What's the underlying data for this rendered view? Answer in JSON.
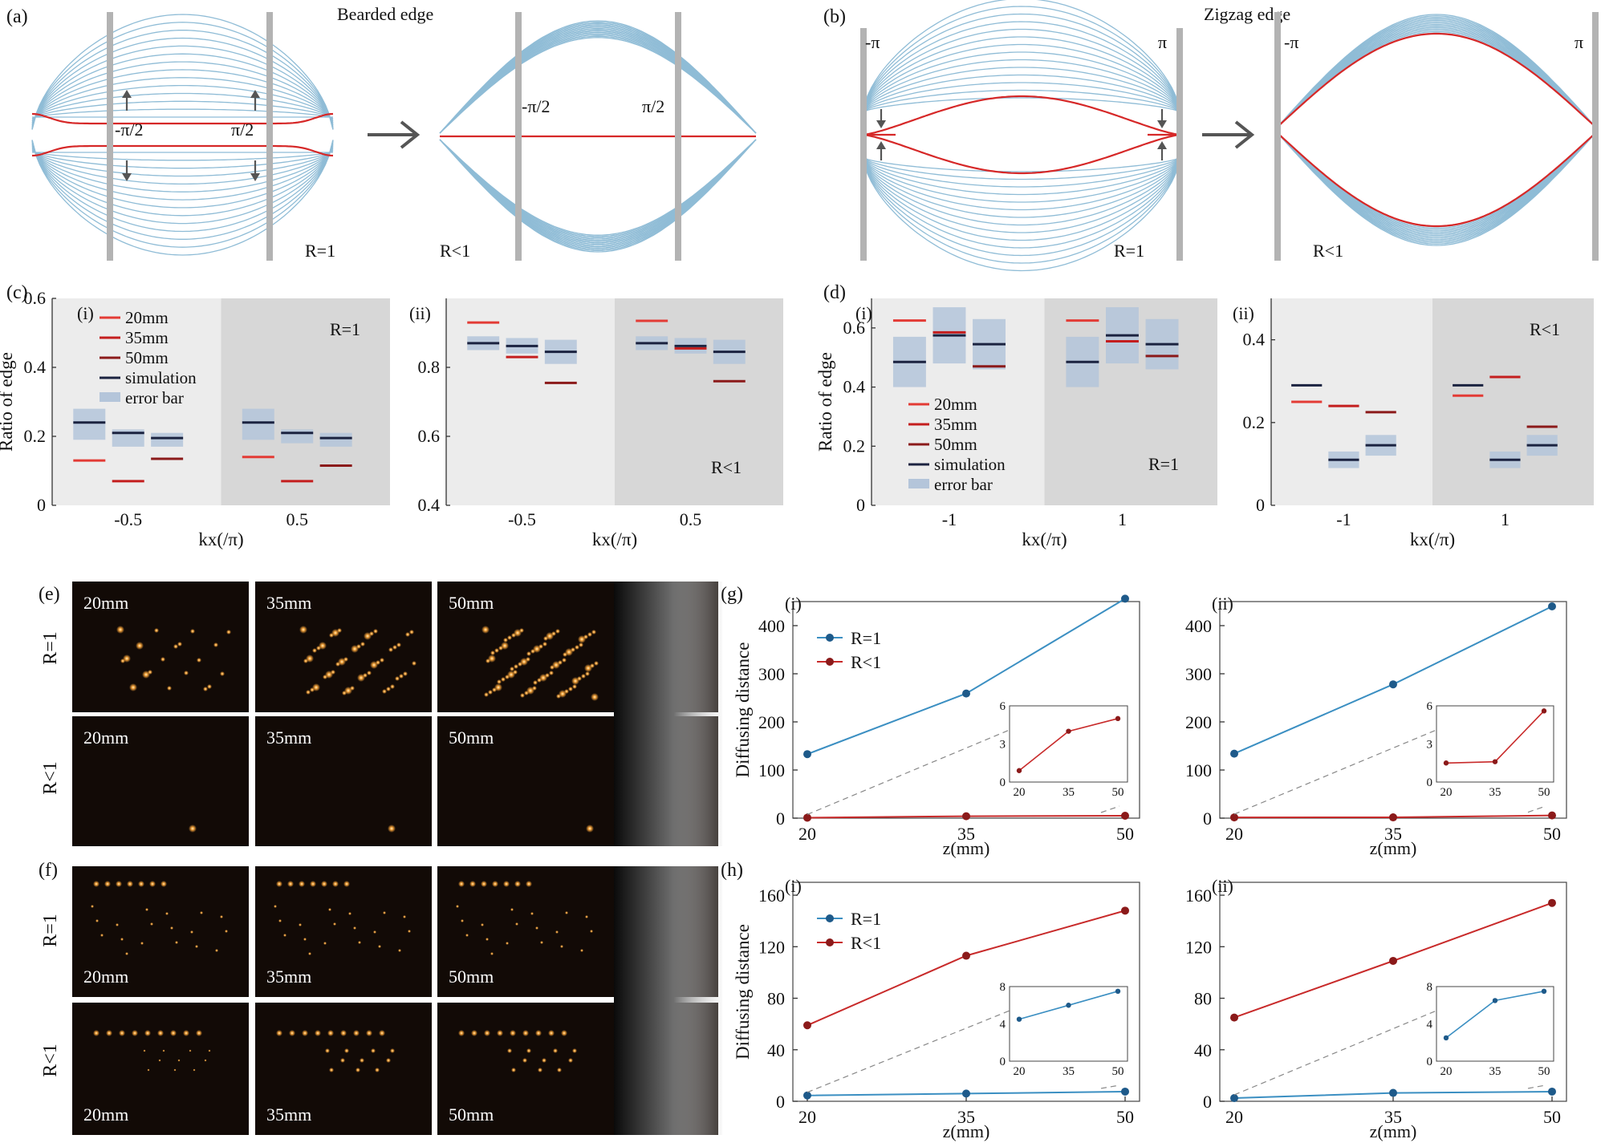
{
  "panel_letters": {
    "a": "(a)",
    "b": "(b)",
    "c": "(c)",
    "d": "(d)",
    "e": "(e)",
    "f": "(f)",
    "g": "(g)",
    "h": "(h)"
  },
  "sub_labels": {
    "i": "(i)",
    "ii": "(ii)"
  },
  "band_panels": {
    "a_title": "Bearded edge",
    "b_title": "Zigzag edge",
    "a_left": {
      "k1": "-π/2",
      "k2": "π/2",
      "r": "R=1"
    },
    "a_right": {
      "k1": "-π/2",
      "k2": "π/2",
      "r": "R<1"
    },
    "b_left": {
      "k1": "-π",
      "k2": "π",
      "r": "R=1"
    },
    "b_right": {
      "k1": "-π",
      "k2": "π",
      "r": "R<1"
    },
    "colors": {
      "bulk": "#8fbcd6",
      "edge": "#d62828",
      "boundary": "#b3b3b3",
      "arrow": "#555555"
    }
  },
  "legend": {
    "l20": "20mm",
    "l35": "35mm",
    "l50": "50mm",
    "sim": "simulation",
    "err": "error bar"
  },
  "series_colors": {
    "20mm": "#e33b35",
    "35mm": "#c41e1e",
    "50mm": "#8b1a1a",
    "simulation": "#1b2340",
    "error_bar": "#b4c5da"
  },
  "chart_data": [
    {
      "id": "c-i",
      "type": "bar",
      "title": "",
      "ylabel": "Ratio of edge",
      "xlabel": "kx(/π)",
      "categories": [
        "-0.5",
        "0.5"
      ],
      "ylim": [
        0,
        0.6
      ],
      "annotation": "R=1",
      "series": [
        {
          "name": "20mm",
          "values": [
            0.13,
            0.14
          ]
        },
        {
          "name": "35mm",
          "values": [
            0.07,
            0.07
          ]
        },
        {
          "name": "50mm",
          "values": [
            0.135,
            0.115
          ]
        },
        {
          "name": "simulation",
          "values": [
            [
              0.24,
              0.21,
              0.195
            ],
            [
              0.24,
              0.21,
              0.195
            ]
          ]
        },
        {
          "name": "error bar",
          "values": [
            [
              [
                0.19,
                0.28
              ],
              [
                0.17,
                0.22
              ],
              [
                0.17,
                0.21
              ]
            ],
            [
              [
                0.19,
                0.28
              ],
              [
                0.18,
                0.22
              ],
              [
                0.17,
                0.21
              ]
            ]
          ]
        }
      ]
    },
    {
      "id": "c-ii",
      "type": "bar",
      "title": "",
      "ylabel": "",
      "xlabel": "kx(/π)",
      "categories": [
        "-0.5",
        "0.5"
      ],
      "ylim": [
        0.4,
        1.0
      ],
      "annotation": "R<1",
      "series": [
        {
          "name": "20mm",
          "values": [
            0.93,
            0.935
          ]
        },
        {
          "name": "35mm",
          "values": [
            0.83,
            0.855
          ]
        },
        {
          "name": "50mm",
          "values": [
            0.755,
            0.76
          ]
        },
        {
          "name": "simulation",
          "values": [
            [
              0.87,
              0.862,
              0.845
            ],
            [
              0.87,
              0.862,
              0.845
            ]
          ]
        },
        {
          "name": "error bar",
          "values": [
            [
              [
                0.85,
                0.89
              ],
              [
                0.84,
                0.885
              ],
              [
                0.81,
                0.88
              ]
            ],
            [
              [
                0.85,
                0.89
              ],
              [
                0.84,
                0.885
              ],
              [
                0.81,
                0.88
              ]
            ]
          ]
        }
      ]
    },
    {
      "id": "d-i",
      "type": "bar",
      "title": "",
      "ylabel": "Ratio of edge",
      "xlabel": "kx(/π)",
      "categories": [
        "-1",
        "1"
      ],
      "ylim": [
        0,
        0.7
      ],
      "annotation": "R=1",
      "series": [
        {
          "name": "20mm",
          "values": [
            0.625,
            0.625
          ]
        },
        {
          "name": "35mm",
          "values": [
            0.585,
            0.555
          ]
        },
        {
          "name": "50mm",
          "values": [
            0.47,
            0.505
          ]
        },
        {
          "name": "simulation",
          "values": [
            [
              0.485,
              0.575,
              0.545
            ],
            [
              0.485,
              0.575,
              0.545
            ]
          ]
        },
        {
          "name": "error bar",
          "values": [
            [
              [
                0.4,
                0.57
              ],
              [
                0.48,
                0.67
              ],
              [
                0.46,
                0.63
              ]
            ],
            [
              [
                0.4,
                0.57
              ],
              [
                0.48,
                0.67
              ],
              [
                0.46,
                0.63
              ]
            ]
          ]
        }
      ]
    },
    {
      "id": "d-ii",
      "type": "bar",
      "title": "",
      "ylabel": "",
      "xlabel": "kx(/π)",
      "categories": [
        "-1",
        "1"
      ],
      "ylim": [
        0,
        0.5
      ],
      "annotation": "R<1",
      "series": [
        {
          "name": "20mm",
          "values": [
            0.25,
            0.265
          ]
        },
        {
          "name": "35mm",
          "values": [
            0.24,
            0.31
          ]
        },
        {
          "name": "50mm",
          "values": [
            0.225,
            0.19
          ]
        },
        {
          "name": "simulation",
          "values": [
            [
              0.29,
              0.11,
              0.145
            ],
            [
              0.29,
              0.11,
              0.145
            ]
          ]
        },
        {
          "name": "error bar",
          "values": [
            [
              [
                0.29,
                0.29
              ],
              [
                0.09,
                0.13
              ],
              [
                0.12,
                0.17
              ]
            ],
            [
              [
                0.29,
                0.29
              ],
              [
                0.09,
                0.13
              ],
              [
                0.12,
                0.17
              ]
            ]
          ]
        }
      ]
    },
    {
      "id": "g-i",
      "type": "line",
      "ylabel": "Diffusing distance",
      "xlabel": "z(mm)",
      "x": [
        20,
        35,
        50
      ],
      "ylim": [
        0,
        450
      ],
      "series": [
        {
          "name": "R=1",
          "values": [
            133,
            259,
            456
          ]
        },
        {
          "name": "R<1",
          "values": [
            0.9,
            4,
            5
          ]
        }
      ],
      "inset": {
        "series": "R<1",
        "ylim": [
          0,
          6
        ],
        "values": [
          0.9,
          4,
          5
        ]
      }
    },
    {
      "id": "g-ii",
      "type": "line",
      "ylabel": "",
      "xlabel": "z(mm)",
      "x": [
        20,
        35,
        50
      ],
      "ylim": [
        0,
        450
      ],
      "series": [
        {
          "name": "R=1",
          "values": [
            134,
            278,
            440
          ]
        },
        {
          "name": "R<1",
          "values": [
            1.5,
            1.6,
            5.6
          ]
        }
      ],
      "inset": {
        "series": "R<1",
        "ylim": [
          0,
          6
        ],
        "values": [
          1.5,
          1.6,
          5.6
        ]
      }
    },
    {
      "id": "h-i",
      "type": "line",
      "ylabel": "Diffusing distance",
      "xlabel": "z(mm)",
      "x": [
        20,
        35,
        50
      ],
      "ylim": [
        0,
        170
      ],
      "series": [
        {
          "name": "R=1",
          "values": [
            4.5,
            6,
            7.5
          ]
        },
        {
          "name": "R<1",
          "values": [
            59,
            113,
            148
          ]
        }
      ],
      "inset": {
        "series": "R=1",
        "ylim": [
          0,
          8
        ],
        "values": [
          4.5,
          6,
          7.5
        ]
      }
    },
    {
      "id": "h-ii",
      "type": "line",
      "ylabel": "",
      "xlabel": "z(mm)",
      "x": [
        20,
        35,
        50
      ],
      "ylim": [
        0,
        170
      ],
      "series": [
        {
          "name": "R=1",
          "values": [
            2.5,
            6.5,
            7.5
          ]
        },
        {
          "name": "R<1",
          "values": [
            65,
            109,
            154
          ]
        }
      ],
      "inset": {
        "series": "R=1",
        "ylim": [
          0,
          8
        ],
        "values": [
          2.5,
          6.5,
          7.5
        ]
      }
    }
  ],
  "line_legend": {
    "r1": "R=1",
    "r2": "R<1"
  },
  "photo_rows": {
    "r1": "R=1",
    "r2": "R<1",
    "z": [
      "20mm",
      "35mm",
      "50mm"
    ]
  }
}
